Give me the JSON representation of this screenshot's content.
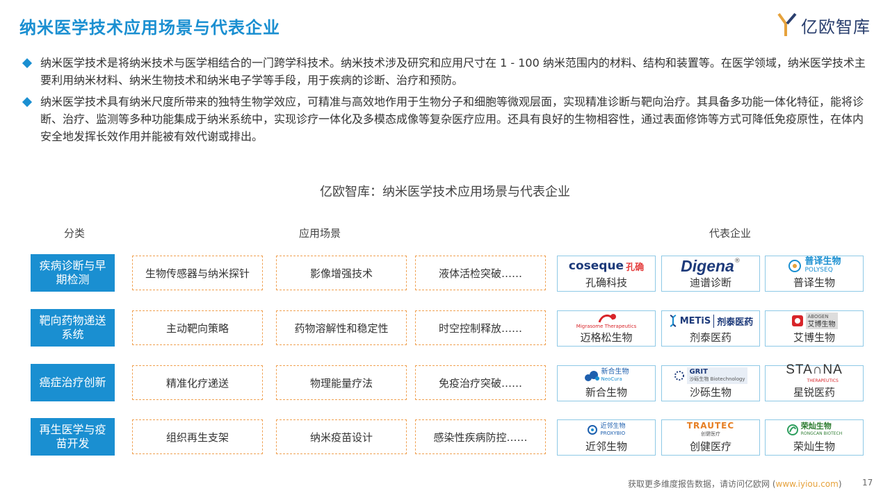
{
  "header": {
    "title": "纳米医学技术应用场景与代表企业",
    "logo_text": "亿欧智库"
  },
  "bullets": [
    "纳米医学技术是将纳米技术与医学相结合的一门跨学科技术。纳米技术涉及研究和应用尺寸在 1 - 100 纳米范围内的材料、结构和装置等。在医学领域，纳米医学技术主要利用纳米材料、纳米生物技术和纳米电子学等手段，用于疾病的诊断、治疗和预防。",
    "纳米医学技术具有纳米尺度所带来的独特生物学效应，可精准与高效地作用于生物分子和细胞等微观层面，实现精准诊断与靶向治疗。其具备多功能一体化特征，能将诊断、治疗、监测等多种功能集成于纳米系统中，实现诊疗一体化及多模态成像等复杂医疗应用。还具有良好的生物相容性，通过表面修饰等方式可降低免疫原性，在体内安全地发挥长效作用并能被有效代谢或排出。"
  ],
  "table": {
    "caption": "亿欧智库：纳米医学技术应用场景与代表企业",
    "col_category": "分类",
    "col_scenario": "应用场景",
    "col_company": "代表企业",
    "rows": [
      {
        "category": "疾病诊断与早期检测",
        "scenarios": [
          "生物传感器与纳米探针",
          "影像增强技术",
          "液体活检突破……"
        ],
        "companies": [
          {
            "name": "孔确科技",
            "logo_a": "coseque",
            "logo_b": "孔确"
          },
          {
            "name": "迪谱诊断",
            "logo_a": "Digena",
            "logo_b": "®"
          },
          {
            "name": "普译生物",
            "logo_a": "普译生物",
            "logo_b": "POLYSEQ"
          }
        ]
      },
      {
        "category": "靶向药物递送系统",
        "scenarios": [
          "主动靶向策略",
          "药物溶解性和稳定性",
          "时空控制释放……"
        ],
        "companies": [
          {
            "name": "迈格松生物",
            "logo_a": "Migrasome Therapeutics",
            "logo_b": ""
          },
          {
            "name": "剂泰医药",
            "logo_a": "METiS",
            "logo_b": "剂泰医药"
          },
          {
            "name": "艾博生物",
            "logo_a": "ABOGEN",
            "logo_b": "艾博生物"
          }
        ]
      },
      {
        "category": "癌症治疗创新",
        "scenarios": [
          "精准化疗递送",
          "物理能量疗法",
          "免疫治疗突破……"
        ],
        "companies": [
          {
            "name": "新合生物",
            "logo_a": "新合生物",
            "logo_b": "NeoCura"
          },
          {
            "name": "沙砾生物",
            "logo_a": "GRIT",
            "logo_b": "沙砾生物 Biotechnology"
          },
          {
            "name": "星锐医药",
            "logo_a": "STA∩NA",
            "logo_b": "THERAPEUTICS"
          }
        ]
      },
      {
        "category": "再生医学与疫苗开发",
        "scenarios": [
          "组织再生支架",
          "纳米疫苗设计",
          "感染性疾病防控……"
        ],
        "companies": [
          {
            "name": "近邻生物",
            "logo_a": "近邻生物",
            "logo_b": "PROXYBIO"
          },
          {
            "name": "创健医疗",
            "logo_a": "TRAUTEC",
            "logo_b": "创健医疗"
          },
          {
            "name": "荣灿生物",
            "logo_a": "荣灿生物",
            "logo_b": "RONGCAN BIOTECH"
          }
        ]
      }
    ]
  },
  "footer": {
    "prefix": "获取更多维度报告数据，请访问亿欧网 (",
    "link": "www.iyiou.com",
    "suffix": ")",
    "page": "17"
  },
  "colors": {
    "accent": "#1a8fd1",
    "dashed": "#f0a050",
    "company_border": "#8ec9e6"
  }
}
